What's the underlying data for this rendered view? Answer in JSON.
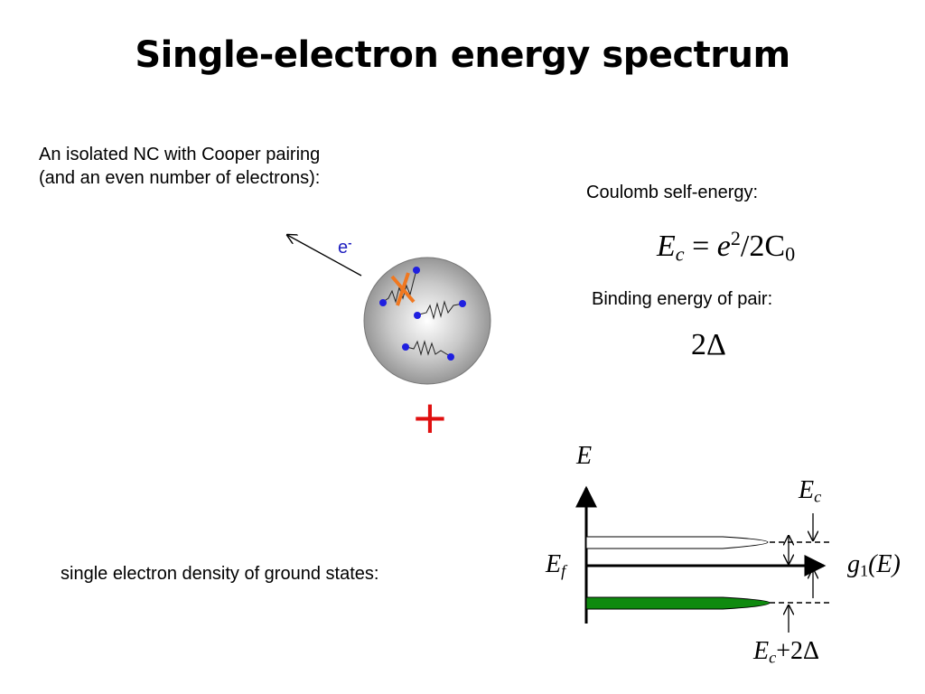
{
  "title": "Single-electron energy spectrum",
  "intro": {
    "line1": "An isolated NC with Cooper pairing",
    "line2": "(and an even number of electrons):"
  },
  "electron_label": {
    "base": "e",
    "sup": "-"
  },
  "plus_sign": "+",
  "coulomb": {
    "label": "Coulomb self-energy:",
    "formula": {
      "E": "E",
      "sub_c": "c",
      "equals": " = ",
      "e": "e",
      "sup2": "2",
      "slash": "/",
      "two_C": "2C",
      "sub0": "0"
    }
  },
  "binding": {
    "label": "Binding energy of pair:",
    "value": "2Δ"
  },
  "density_label": "single electron density of ground states:",
  "diagram": {
    "axis_E": "E",
    "Ef": {
      "E": "E",
      "sub": "f"
    },
    "Ec": {
      "E": "E",
      "sub": "c"
    },
    "g1": {
      "g": "g",
      "sub": "1",
      "arg": "(E)"
    },
    "Ec2D": {
      "E": "E",
      "sub": "c",
      "rest": "+2Δ"
    }
  },
  "colors": {
    "electron_dot": "#1f1fe0",
    "cross": "#f07820",
    "plus": "#e01010",
    "filled_band": "#0f8a0f",
    "electron_label": "#2020c0"
  }
}
